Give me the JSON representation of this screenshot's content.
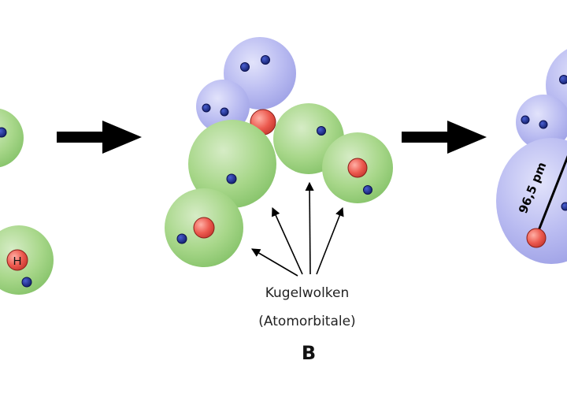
{
  "labels": {
    "h_atom": "H",
    "caption_line1": "Kugelwolken",
    "caption_line2": "(Atomorbitale)",
    "panel_b": "B",
    "bond_length": "96,5 pm"
  },
  "colors": {
    "green_cloud": "#9dd07f",
    "blue_cloud": "#b4b6ee",
    "nucleus_red": "#e8524a",
    "electron_blue": "#1f2e8f",
    "arrow": "#000000"
  }
}
